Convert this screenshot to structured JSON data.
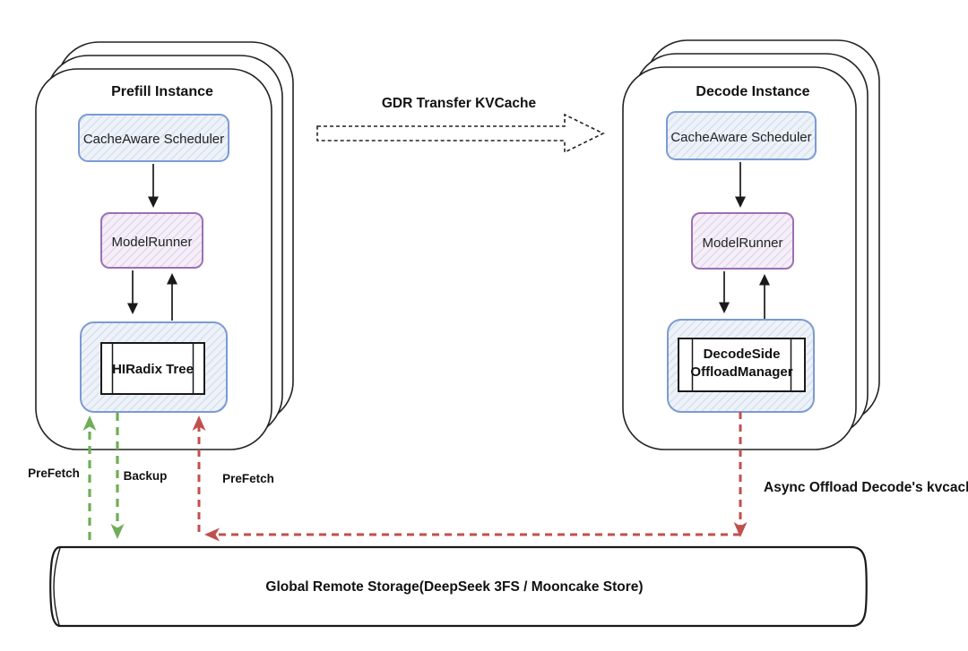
{
  "prefill_instance": {
    "title": "Prefill Instance",
    "nodes": {
      "scheduler": "CacheAware Scheduler",
      "model_runner": "ModelRunner",
      "hiradix_tree": "HIRadix Tree"
    }
  },
  "decode_instance": {
    "title": "Decode Instance",
    "nodes": {
      "scheduler": "CacheAware Scheduler",
      "model_runner": "ModelRunner",
      "offload_manager_line1": "DecodeSide",
      "offload_manager_line2": "OffloadManager"
    }
  },
  "kv_transfer": {
    "label": "GDR Transfer KVCache"
  },
  "flows": {
    "prefetch_left": "PreFetch",
    "backup": "Backup",
    "prefetch_right": "PreFetch",
    "async_offload": "Async Offload Decode's kvcache"
  },
  "storage": {
    "label": "Global Remote Storage(DeepSeek 3FS / Mooncake Store)"
  },
  "colors": {
    "blue_border": "#7b9bd2",
    "blue_fill": "#eef2f9",
    "purple_border": "#9e6fb4",
    "purple_fill": "#f4eff8",
    "green_arrow": "#6fae57",
    "red_arrow": "#c0504d",
    "outline_black": "#1a1a1a",
    "background": "#ffffff"
  }
}
